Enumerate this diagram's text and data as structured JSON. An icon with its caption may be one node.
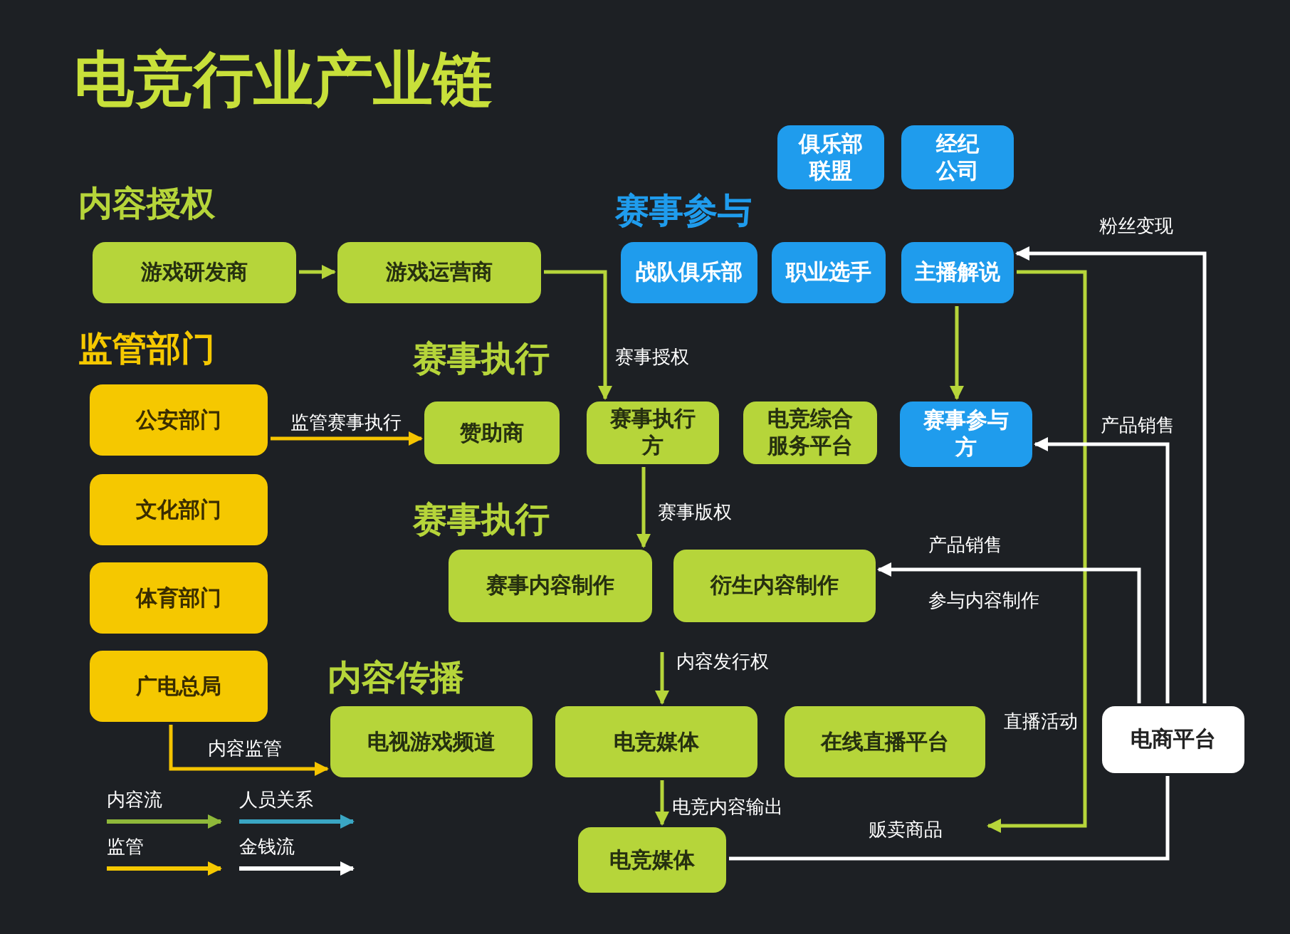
{
  "diagram": {
    "title": "电竞行业产业链",
    "nodes": [
      {
        "text": [
          "俱乐部联盟"
        ]
      },
      {
        "text": [
          "经纪公司"
        ]
      },
      {
        "text": [
          "游戏研发商"
        ]
      },
      {
        "text": [
          "游戏运营商"
        ]
      },
      {
        "text": [
          "战队俱乐部"
        ]
      },
      {
        "text": [
          "职业选手"
        ]
      },
      {
        "text": [
          "主播解说"
        ]
      },
      {
        "text": [
          "公安部门"
        ]
      },
      {
        "text": [
          "赞助商"
        ]
      },
      {
        "text": [
          "赛事执行方"
        ]
      },
      {
        "text": [
          "电竞综合服务平台"
        ]
      },
      {
        "text": [
          "赛事参与方"
        ]
      },
      {
        "text": [
          "文化部门"
        ]
      },
      {
        "text": [
          "赛事内容制作"
        ]
      },
      {
        "text": [
          "衍生内容制作"
        ]
      },
      {
        "text": [
          "体育部门"
        ]
      },
      {
        "text": [
          "广电总局"
        ]
      },
      {
        "text": [
          "电视游戏频道"
        ]
      },
      {
        "text": [
          "电竞媒体"
        ]
      },
      {
        "text": [
          "在线直播平台"
        ]
      },
      {
        "text": [
          "电商平台"
        ]
      },
      {
        "text": [
          "电竞媒体"
        ]
      }
    ],
    "edges": [
      {
        "from": 2,
        "to": 3,
        "arrow": "to"
      },
      {
        "from": 3,
        "to": 9,
        "arrow": "to",
        "label": "赛事授权"
      },
      {
        "from": 7,
        "to": 8,
        "arrow": "to",
        "label": "监管赛事执行",
        "color": "#f5c400"
      },
      {
        "from": 6,
        "to": 11,
        "arrow": "to"
      },
      {
        "from": 6,
        "to": 19,
        "arrow": "to",
        "label": "直播活动"
      },
      {
        "from": 20,
        "to": 6,
        "arrow": "to",
        "label": "粉丝变现",
        "color": "#ffffff"
      },
      {
        "from": 20,
        "to": 11,
        "arrow": "to",
        "label": "产品销售",
        "color": "#ffffff"
      },
      {
        "from": 20,
        "to": 14,
        "arrow": "to",
        "label": "产品销售",
        "color": "#ffffff"
      },
      {
        "from": 20,
        "to": 21,
        "arrow": "none",
        "label": "贩卖商品",
        "color": "#ffffff"
      },
      {
        "from": 16,
        "to": 17,
        "arrow": "to",
        "label": "内容监管",
        "color": "#f5c400"
      },
      {
        "from": 9,
        "to": 13,
        "arrow": "to",
        "label": "赛事版权"
      },
      {
        "from": null,
        "to": 18,
        "arrow": "to",
        "label": "内容发行权"
      },
      {
        "from": 18,
        "to": 21,
        "arrow": "to",
        "label": "电竞内容输出"
      }
    ],
    "labels": [
      "内容授权",
      "赛事参与",
      "监管部门",
      "赛事执行",
      "赛事执行",
      "参与内容制作",
      "内容传播"
    ],
    "legend": [
      {
        "text": "内容流"
      },
      {
        "text": "人员关系"
      },
      {
        "text": "监管"
      },
      {
        "text": "金钱流"
      }
    ]
  }
}
